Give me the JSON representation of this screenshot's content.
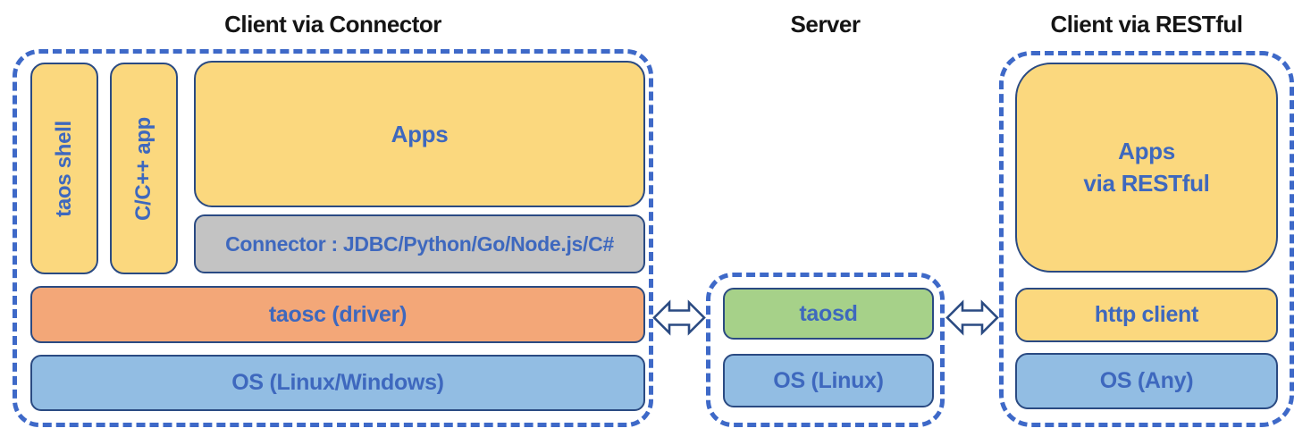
{
  "colors": {
    "yellow": "#FBD87E",
    "orange": "#F3A778",
    "blue": "#92BDE3",
    "green": "#A6D189",
    "gray": "#C3C3C3",
    "border": "#2A4A82",
    "dash": "#3E69C8",
    "text": "#3E68BE",
    "title": "#151515"
  },
  "connector_client": {
    "title": "Client via Connector",
    "taos_shell": "taos shell",
    "cpp_app": "C/C++ app",
    "apps": "Apps",
    "connector": "Connector : JDBC/Python/Go/Node.js/C#",
    "taosc": "taosc (driver)",
    "os": "OS (Linux/Windows)"
  },
  "server": {
    "title": "Server",
    "taosd": "taosd",
    "os": "OS (Linux)"
  },
  "restful_client": {
    "title": "Client via RESTful",
    "apps_line1": "Apps",
    "apps_line2": "via RESTful",
    "http_client": "http client",
    "os": "OS (Any)"
  }
}
